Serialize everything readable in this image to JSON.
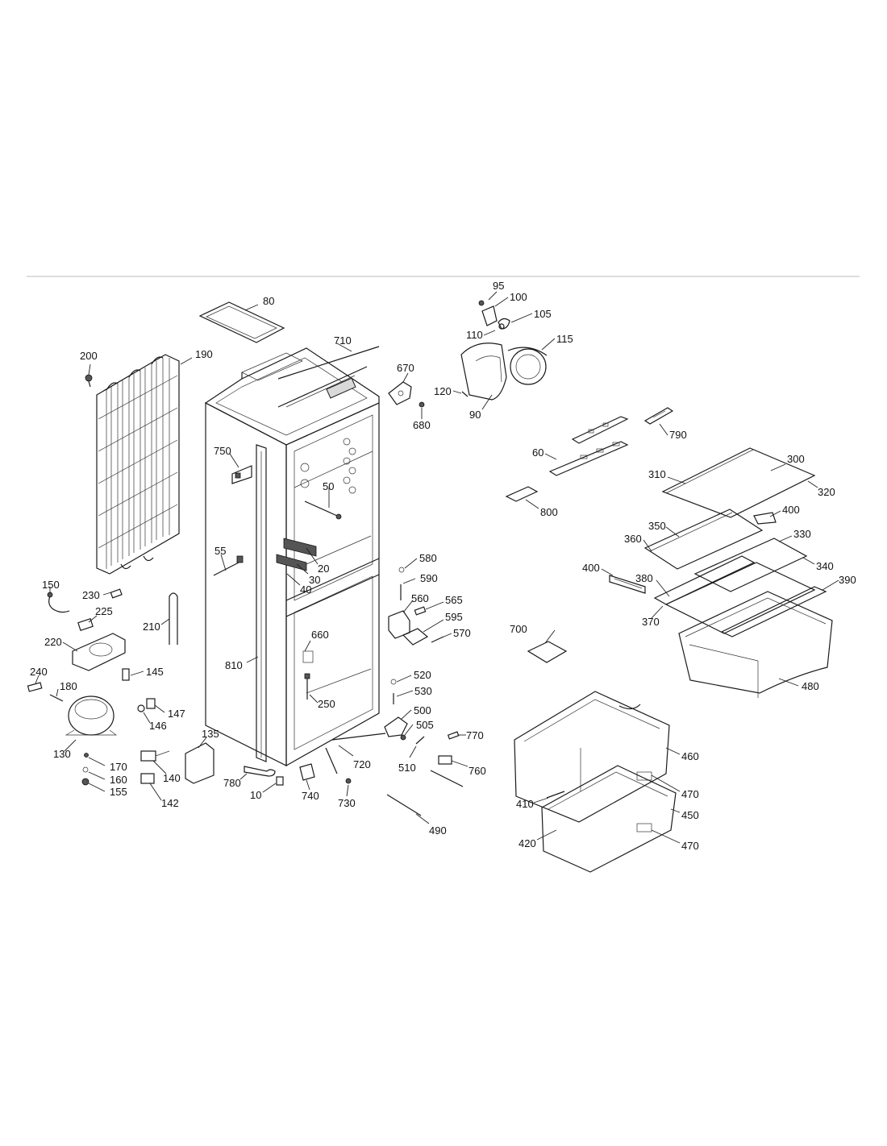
{
  "diagram": {
    "labels": {
      "p80": "80",
      "p710": "710",
      "p200": "200",
      "p190": "190",
      "p670": "670",
      "p680": "680",
      "p95": "95",
      "p100": "100",
      "p105": "105",
      "p110": "110",
      "p115": "115",
      "p120": "120",
      "p90": "90",
      "p790": "790",
      "p60": "60",
      "p300": "300",
      "p310": "310",
      "p320": "320",
      "p800": "800",
      "p400a": "400",
      "p350": "350",
      "p360": "360",
      "p330": "330",
      "p340": "340",
      "p400b": "400",
      "p380": "380",
      "p390": "390",
      "p370": "370",
      "p750": "750",
      "p50": "50",
      "p55": "55",
      "p20": "20",
      "p30": "30",
      "p40": "40",
      "p580": "580",
      "p590": "590",
      "p560": "560",
      "p565": "565",
      "p595": "595",
      "p570": "570",
      "p150": "150",
      "p230": "230",
      "p225": "225",
      "p210": "210",
      "p220": "220",
      "p660": "660",
      "p810": "810",
      "p700": "700",
      "p480": "480",
      "p145": "145",
      "p240": "240",
      "p180": "180",
      "p147": "147",
      "p146": "146",
      "p520": "520",
      "p530": "530",
      "p250": "250",
      "p500": "500",
      "p505": "505",
      "p770": "770",
      "p130": "130",
      "p135": "135",
      "p170": "170",
      "p160": "160",
      "p155": "155",
      "p140": "140",
      "p142": "142",
      "p780": "780",
      "p10": "10",
      "p740": "740",
      "p730": "730",
      "p720": "720",
      "p510": "510",
      "p760": "760",
      "p490": "490",
      "p460": "460",
      "p470a": "470",
      "p410": "410",
      "p450": "450",
      "p420": "420",
      "p470b": "470"
    }
  }
}
